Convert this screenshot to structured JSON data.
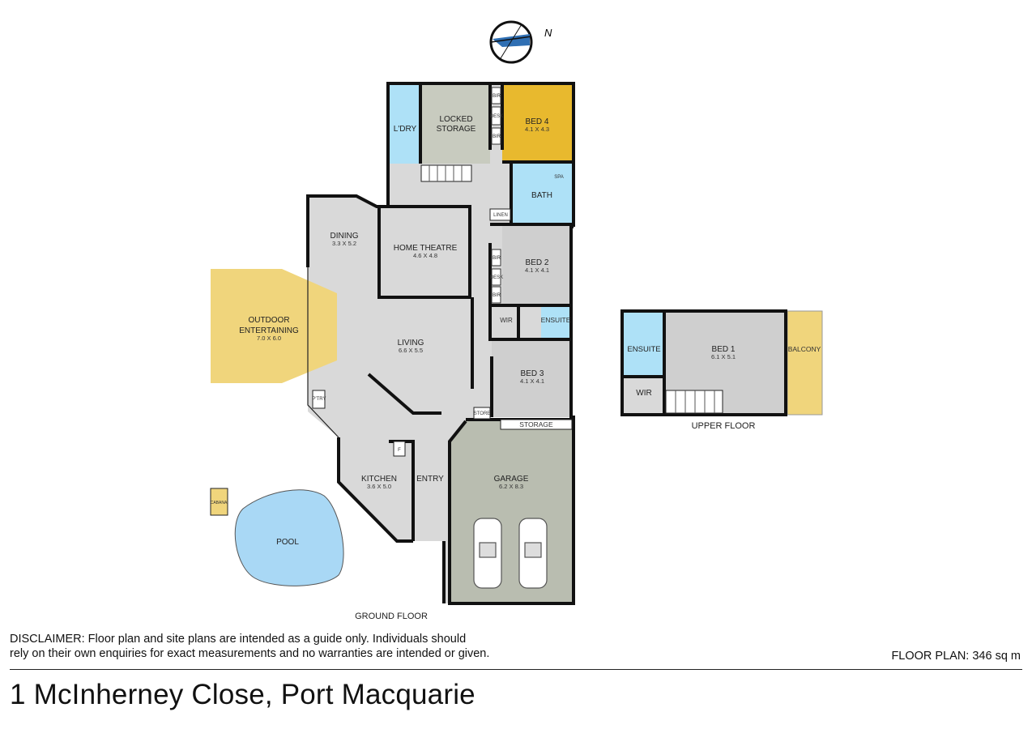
{
  "compass": {
    "label": "N",
    "icon": "compass-icon"
  },
  "rooms": {
    "laundry": {
      "name": "L'DRY"
    },
    "locked_storage": {
      "name_line1": "LOCKED",
      "name_line2": "STORAGE"
    },
    "bed4": {
      "name": "BED 4",
      "dims": "4.1 X 4.3"
    },
    "bath": {
      "name": "BATH",
      "spa": "SPA"
    },
    "linen": {
      "name": "LINEN"
    },
    "dining": {
      "name": "DINING",
      "dims": "3.3 X 5.2"
    },
    "home_theatre": {
      "name": "HOME THEATRE",
      "dims": "4.6 X 4.8"
    },
    "bed2": {
      "name": "BED 2",
      "dims": "4.1 X 4.1"
    },
    "outdoor": {
      "name_line1": "OUTDOOR",
      "name_line2": "ENTERTAINING",
      "dims": "7.0 X 6.0"
    },
    "living": {
      "name": "LIVING",
      "dims": "6.6 X 5.5"
    },
    "wir_ground": {
      "name": "WIR"
    },
    "ensuite_ground": {
      "name": "ENSUITE"
    },
    "bed3": {
      "name": "BED 3",
      "dims": "4.1 X 4.1"
    },
    "pantry": {
      "name": "P'TRY"
    },
    "store": {
      "name": "STORE"
    },
    "storage": {
      "name": "STORAGE"
    },
    "kitchen": {
      "name": "KITCHEN",
      "dims": "3.6 X 5.0"
    },
    "entry": {
      "name": "ENTRY"
    },
    "garage": {
      "name": "GARAGE",
      "dims": "6.2 X 8.3"
    },
    "cabana": {
      "name": "CABANA"
    },
    "pool": {
      "name": "POOL"
    },
    "bed1": {
      "name": "BED 1",
      "dims": "6.1 X 5.1"
    },
    "ensuite_upper": {
      "name": "ENSUITE"
    },
    "wir_upper": {
      "name": "WIR"
    },
    "balcony": {
      "name": "BALCONY"
    },
    "small_labels": {
      "bir": "BIR",
      "desk": "DESK",
      "fridge": "F"
    }
  },
  "floor_labels": {
    "ground": "GROUND FLOOR",
    "upper": "UPPER FLOOR"
  },
  "colors": {
    "interior": "#d9d9d9",
    "bedroom": "#cfcfcf",
    "wet_area": "#aee1f7",
    "outdoor": "#f0d57c",
    "highlight_bed": "#e8b92e",
    "garage": "#b9bdb0",
    "storage": "#c8cbbf",
    "pool": "#a9d8f5"
  },
  "footer": {
    "disclaimer_line1": "DISCLAIMER: Floor plan and site plans are intended as a guide only. Individuals should",
    "disclaimer_line2": "rely on their own enquiries for exact measurements and no warranties are intended or given.",
    "floor_area": "FLOOR PLAN: 346 sq m",
    "address": "1 McInherney Close, Port Macquarie"
  }
}
